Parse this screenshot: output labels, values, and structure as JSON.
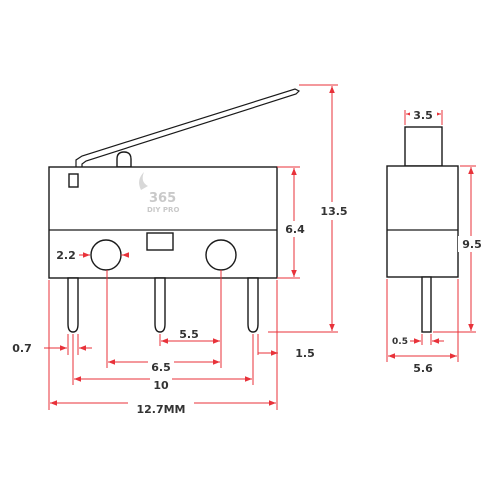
{
  "colors": {
    "dimension": "#e8323a",
    "outline": "#1a1a1a",
    "label": "#333333"
  },
  "watermark": {
    "line1": "365",
    "line2": "DIY PRO"
  },
  "dimensions": {
    "front": {
      "pin_width": "0.7",
      "hole_dia": "2.2",
      "pin_spacing_inner": "5.5",
      "pin_spacing_center": "6.5",
      "pin_spacing_outer": "10",
      "right_pin_offset": "1.5",
      "total_width": "12.7MM",
      "body_height": "6.4",
      "total_height": "13.5"
    },
    "side": {
      "button_width": "3.5",
      "body_height": "9.5",
      "pin_thickness": "0.5",
      "body_width": "5.6"
    }
  }
}
